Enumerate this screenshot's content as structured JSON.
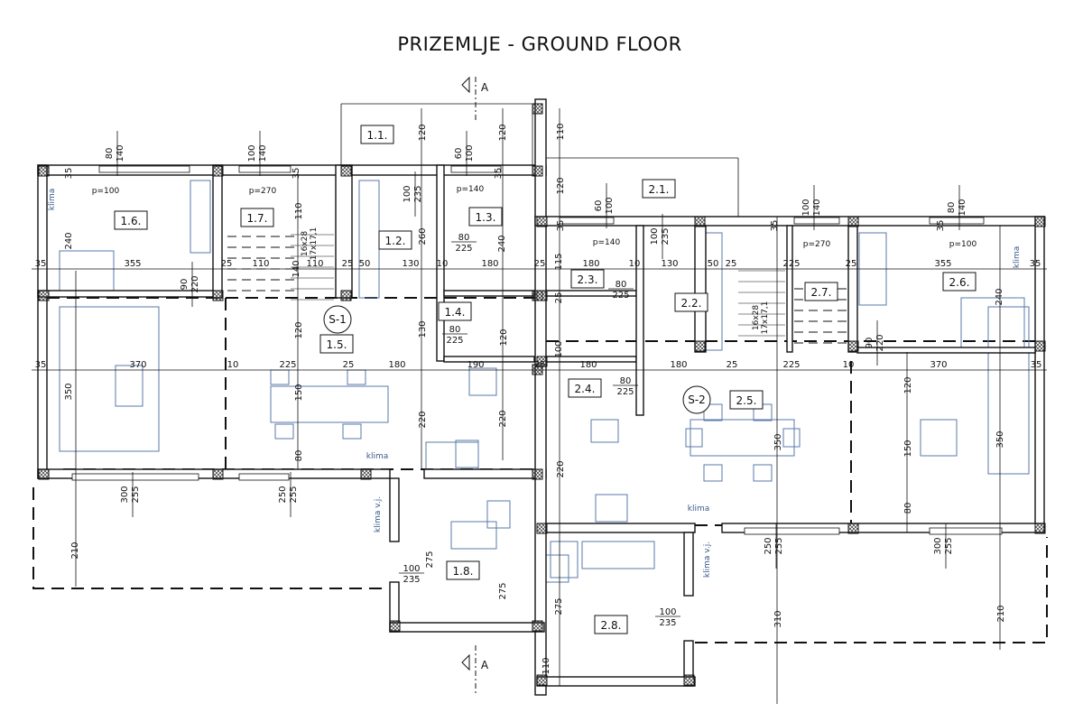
{
  "title": "PRIZEMLJE - GROUND FLOOR",
  "section_marks": [
    "A",
    "A"
  ],
  "rooms": [
    "1.1.",
    "1.6.",
    "1.7.",
    "1.2.",
    "1.3.",
    "1.4.",
    "1.5.",
    "1.8.",
    "2.1.",
    "2.3.",
    "2.2.",
    "2.7.",
    "2.6.",
    "2.4.",
    "2.5.",
    "2.8."
  ],
  "spaces": [
    "S-1",
    "S-2"
  ],
  "dims": [
    "35",
    "355",
    "25",
    "110",
    "110",
    "25",
    "50",
    "130",
    "10",
    "180",
    "25",
    "180",
    "10",
    "130",
    "50",
    "25",
    "225",
    "25",
    "355",
    "35",
    "35",
    "370",
    "10",
    "225",
    "25",
    "180",
    "190",
    "25",
    "180",
    "180",
    "25",
    "225",
    "10",
    "370",
    "35",
    "240",
    "120",
    "130",
    "120",
    "240",
    "260",
    "110",
    "120",
    "120",
    "110",
    "120",
    "350",
    "150",
    "80",
    "220",
    "220",
    "210",
    "275",
    "275",
    "240",
    "120",
    "150",
    "80",
    "350",
    "350",
    "220",
    "310",
    "210",
    "275",
    "115",
    "100",
    "25",
    "110",
    "140",
    "35",
    "35",
    "35",
    "35",
    "35",
    "35",
    "35"
  ],
  "fractions": [
    [
      "80",
      "140"
    ],
    [
      "100",
      "140"
    ],
    [
      "60",
      "100"
    ],
    [
      "100",
      "235"
    ],
    [
      "80",
      "225"
    ],
    [
      "90",
      "220"
    ],
    [
      "80",
      "225"
    ],
    [
      "60",
      "100"
    ],
    [
      "100",
      "235"
    ],
    [
      "80",
      "225"
    ],
    [
      "100",
      "140"
    ],
    [
      "80",
      "140"
    ],
    [
      "90",
      "220"
    ],
    [
      "80",
      "225"
    ],
    [
      "300",
      "255"
    ],
    [
      "250",
      "255"
    ],
    [
      "100",
      "235"
    ],
    [
      "100",
      "235"
    ],
    [
      "250",
      "255"
    ],
    [
      "300",
      "255"
    ]
  ],
  "notes": [
    "p=100",
    "p=270",
    "p=140",
    "p=140",
    "p=270",
    "p=100",
    "klima",
    "klima",
    "klima v.j.",
    "klima v.j.",
    "klima",
    "klima",
    "16x28",
    "17x17,1",
    "16x28",
    "17x17,1"
  ]
}
